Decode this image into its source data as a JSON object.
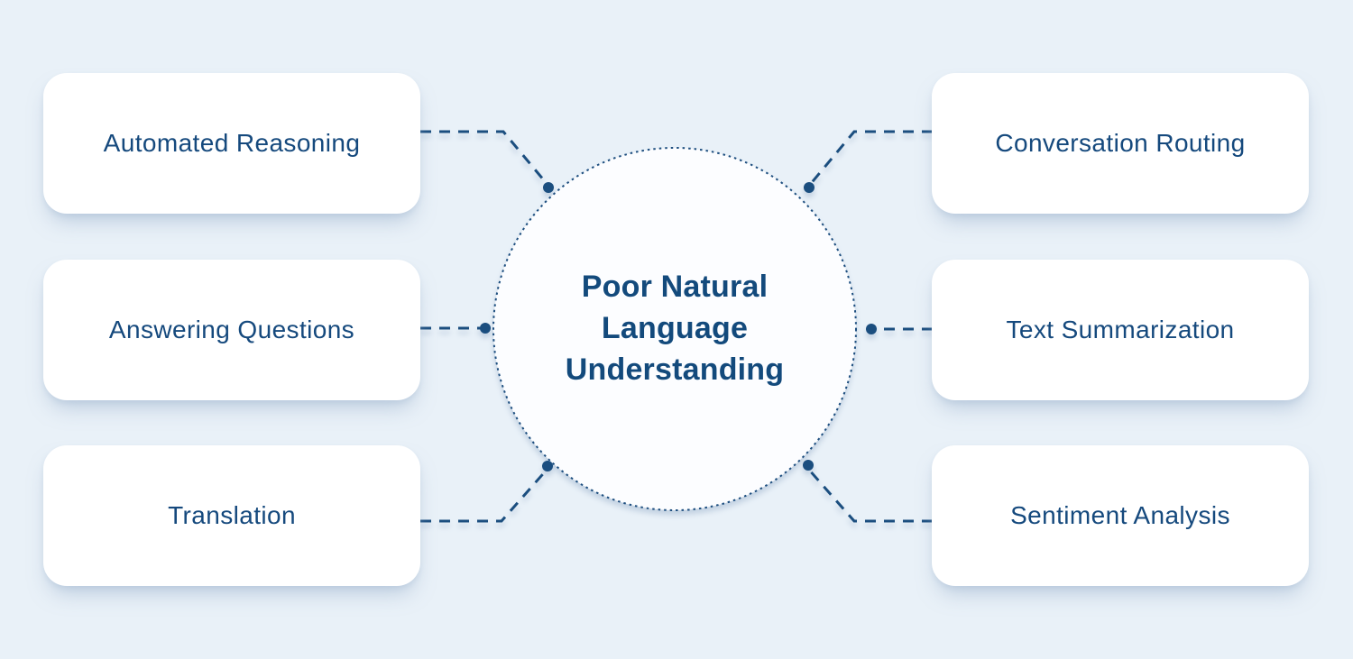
{
  "diagram": {
    "center_node": {
      "label": "Poor Natural Language Understanding"
    },
    "left_nodes": [
      {
        "label": "Automated Reasoning"
      },
      {
        "label": "Answering Questions"
      },
      {
        "label": "Translation"
      }
    ],
    "right_nodes": [
      {
        "label": "Conversation Routing"
      },
      {
        "label": "Text Summarization"
      },
      {
        "label": "Sentiment Analysis"
      }
    ],
    "colors": {
      "background": "#e9f1f8",
      "node_background": "#ffffff",
      "text_navy": "#15497d",
      "connector_navy": "#1b4e7f",
      "circle_fill": "#fcfdff"
    }
  }
}
